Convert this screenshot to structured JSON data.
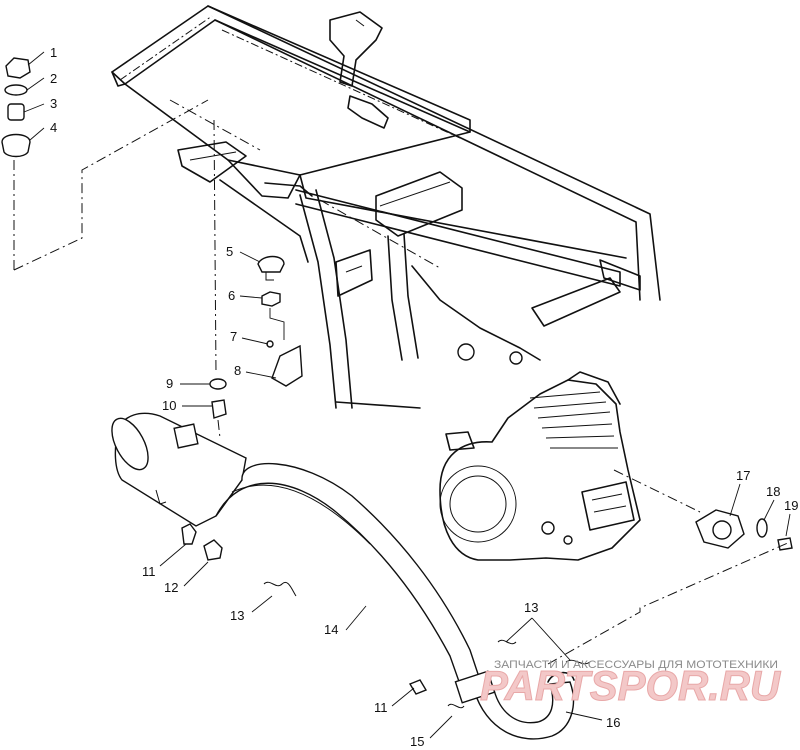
{
  "callouts": [
    {
      "id": "c1",
      "label": "1"
    },
    {
      "id": "c2",
      "label": "2"
    },
    {
      "id": "c3",
      "label": "3"
    },
    {
      "id": "c4",
      "label": "4"
    },
    {
      "id": "c5",
      "label": "5"
    },
    {
      "id": "c6",
      "label": "6"
    },
    {
      "id": "c7",
      "label": "7"
    },
    {
      "id": "c8",
      "label": "8"
    },
    {
      "id": "c9",
      "label": "9"
    },
    {
      "id": "c10",
      "label": "10"
    },
    {
      "id": "c11a",
      "label": "11"
    },
    {
      "id": "c12",
      "label": "12"
    },
    {
      "id": "c13a",
      "label": "13"
    },
    {
      "id": "c14",
      "label": "14"
    },
    {
      "id": "c13b",
      "label": "13"
    },
    {
      "id": "c11b",
      "label": "11"
    },
    {
      "id": "c15",
      "label": "15"
    },
    {
      "id": "c16",
      "label": "16"
    },
    {
      "id": "c17",
      "label": "17"
    },
    {
      "id": "c18",
      "label": "18"
    },
    {
      "id": "c19",
      "label": "19"
    }
  ],
  "watermark": {
    "caption": "ЗАПЧАСТИ И АКСЕССУАРЫ ДЛЯ МОТОТЕХНИКИ",
    "logo": "PARTSPOR.RU"
  },
  "colors": {
    "line": "#111111",
    "background": "#ffffff",
    "watermark_logo": "#f3c8c8",
    "watermark_text": "#8a8a8a"
  }
}
